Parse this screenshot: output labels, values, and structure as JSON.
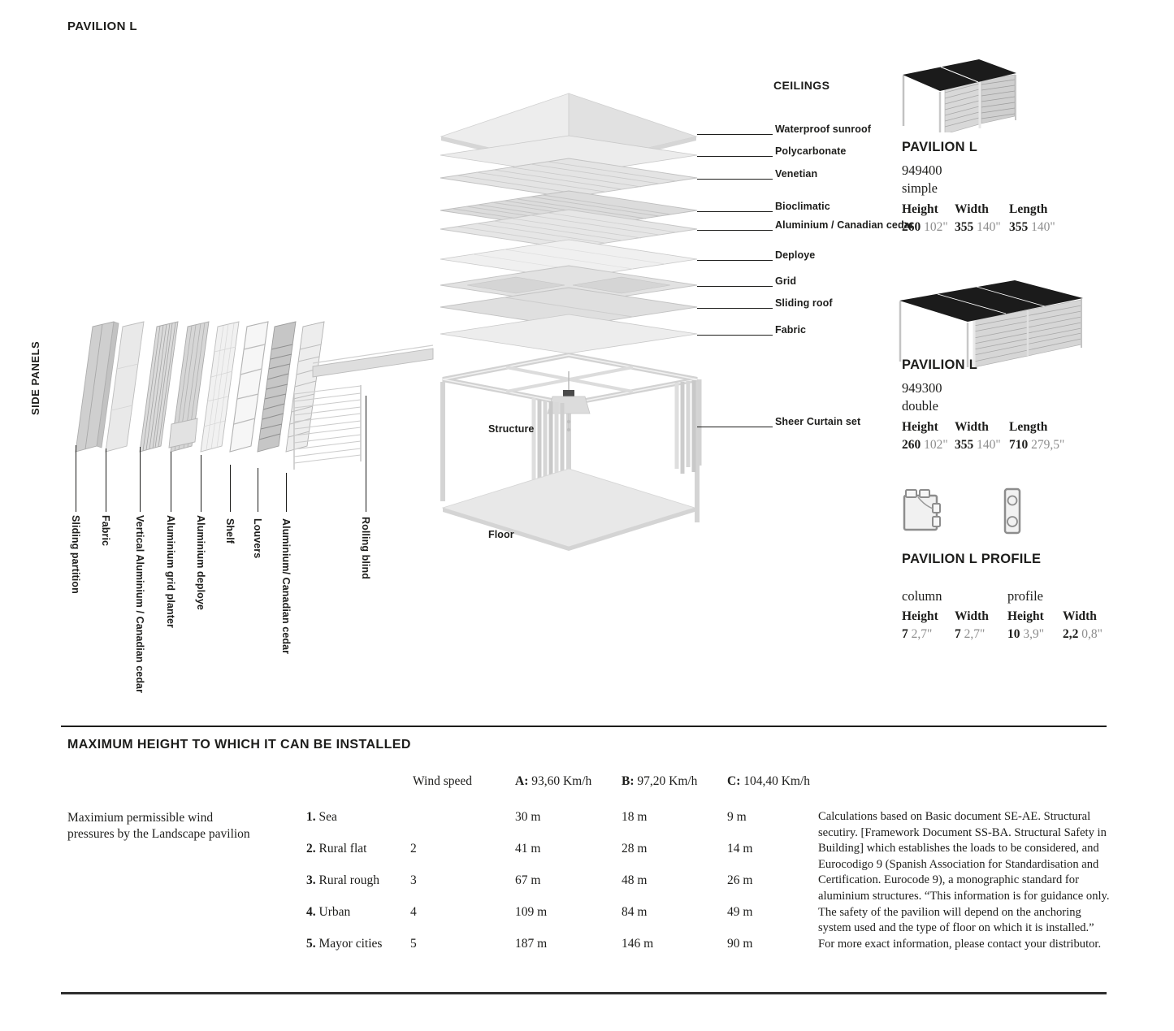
{
  "page": {
    "title": "PAVILION L"
  },
  "side_panels": {
    "section_label": "SIDE PANELS",
    "panel_labels": [
      "Sliding partition",
      "Fabric",
      "Vertical Aluminium / Canadian cedar",
      "Aluminium grid planter",
      "Aluminium deploye",
      "Shelf",
      "Louvers",
      "Aluminium/ Canadian cedar",
      "Rolling blind"
    ]
  },
  "ceilings": {
    "header": "CEILINGS",
    "layer_labels": [
      "Waterproof sunroof",
      "Polycarbonate",
      "Venetian",
      "Bioclimatic",
      "Aluminium / Canadian cedar",
      "Deploye",
      "Grid",
      "Sliding roof",
      "Fabric"
    ],
    "curtain_label": "Sheer Curtain set",
    "structure_label": "Structure",
    "floor_label": "Floor"
  },
  "products": [
    {
      "name": "PAVILION L",
      "code": "949400",
      "variant": "simple",
      "dims": [
        {
          "label": "Height",
          "cm": "260",
          "inch": "102\""
        },
        {
          "label": "Width",
          "cm": "355",
          "inch": "140\""
        },
        {
          "label": "Length",
          "cm": "355",
          "inch": "140\""
        }
      ]
    },
    {
      "name": "PAVILION L",
      "code": "949300",
      "variant": "double",
      "dims": [
        {
          "label": "Height",
          "cm": "260",
          "inch": "102\""
        },
        {
          "label": "Width",
          "cm": "355",
          "inch": "140\""
        },
        {
          "label": "Length",
          "cm": "710",
          "inch": "279,5\""
        }
      ]
    }
  ],
  "profile_section": {
    "title": "PAVILION L PROFILE",
    "groups": [
      {
        "name": "column",
        "dims": [
          {
            "label": "Height",
            "cm": "7",
            "inch": "2,7\""
          },
          {
            "label": "Width",
            "cm": "7",
            "inch": "2,7\""
          }
        ]
      },
      {
        "name": "profile",
        "dims": [
          {
            "label": "Height",
            "cm": "10",
            "inch": "3,9\""
          },
          {
            "label": "Width",
            "cm": "2,2",
            "inch": "0,8\""
          }
        ]
      }
    ]
  },
  "install": {
    "heading": "MAXIMUM HEIGHT TO WHICH IT CAN BE INSTALLED",
    "note_line1": "Maximium permissible wind",
    "note_line2": "pressures by the Landscape pavilion",
    "wind_speed_header": "Wind speed",
    "speed_columns": [
      {
        "key": "A:",
        "value": "93,60 Km/h"
      },
      {
        "key": "B:",
        "value": "97,20 Km/h"
      },
      {
        "key": "C:",
        "value": "104,40 Km/h"
      }
    ],
    "rows": [
      {
        "num": "1.",
        "terrain": "Sea",
        "wind": "",
        "a": "30 m",
        "b": "18 m",
        "c": "9 m"
      },
      {
        "num": "2.",
        "terrain": "Rural flat",
        "wind": "2",
        "a": "41 m",
        "b": "28 m",
        "c": "14 m"
      },
      {
        "num": "3.",
        "terrain": "Rural rough",
        "wind": "3",
        "a": "67 m",
        "b": "48 m",
        "c": "26 m"
      },
      {
        "num": "4.",
        "terrain": "Urban",
        "wind": "4",
        "a": "109 m",
        "b": "84 m",
        "c": "49 m"
      },
      {
        "num": "5.",
        "terrain": "Mayor cities",
        "wind": "5",
        "a": "187 m",
        "b": "146 m",
        "c": "90 m"
      }
    ],
    "disclaimer": "Calculations based on Basic document SE-AE. Structural secutiry. [Framework Document SS-BA. Structural Safety in Building] which establishes the loads to be considered, and Eurocodigo 9 (Spanish Association for Standardisation and Certification. Eurocode 9), a monographic standard for aluminium structures. “This information is for guidance only. The safety of the pavilion will depend on the anchoring system used and the type of floor on which it is installed.” For more exact information, please contact your distributor."
  },
  "colors": {
    "text": "#1d1d1b",
    "muted": "#8d8d8d",
    "drawing_light": "#e8e8e8",
    "roof_dark": "#1b1b1b"
  }
}
